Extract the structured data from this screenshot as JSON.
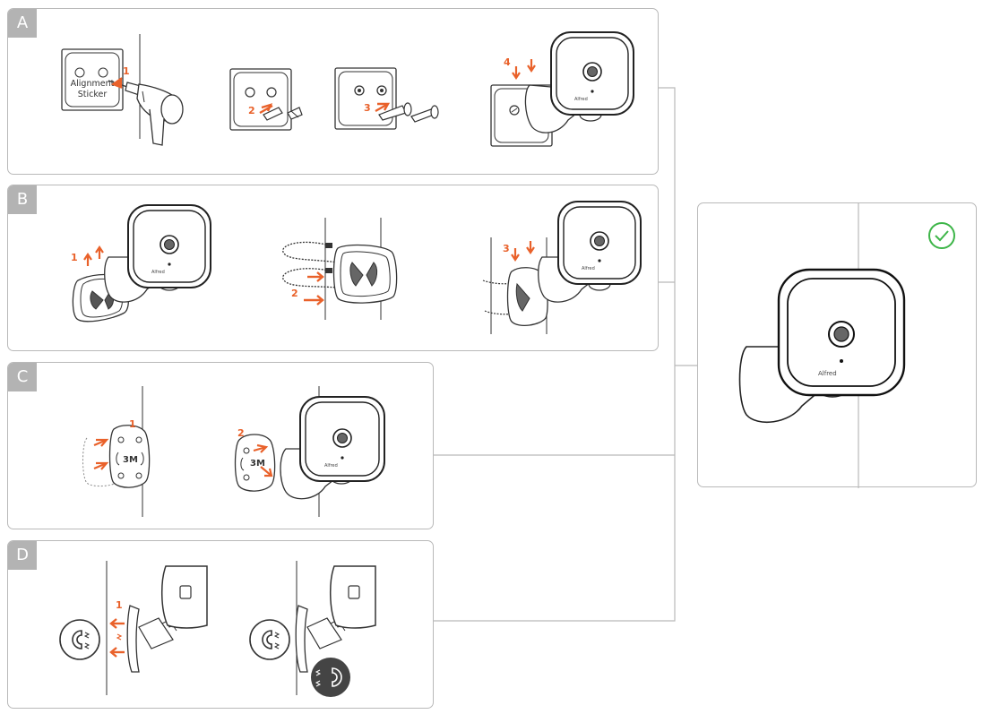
{
  "panels": {
    "a": {
      "label": "A",
      "steps": [
        "1",
        "2",
        "3",
        "4"
      ],
      "sticker_text": [
        "Alignment",
        "Sticker"
      ]
    },
    "b": {
      "label": "B",
      "steps": [
        "1",
        "2",
        "3"
      ]
    },
    "c": {
      "label": "C",
      "steps": [
        "1",
        "2"
      ],
      "adhesive_text": [
        "3M",
        "3M"
      ]
    },
    "d": {
      "label": "D",
      "steps": [
        "1"
      ]
    }
  },
  "camera_brand": "Alfred",
  "colors": {
    "accent": "#e9612a",
    "check": "#3db548",
    "border": "#b9b9b9",
    "tag": "#b3b3b3",
    "line": "#333333"
  },
  "icons": [
    "drill-icon",
    "screw-icon",
    "anchor-icon",
    "zip-tie-icon",
    "magnet-icon",
    "checkmark-icon"
  ]
}
